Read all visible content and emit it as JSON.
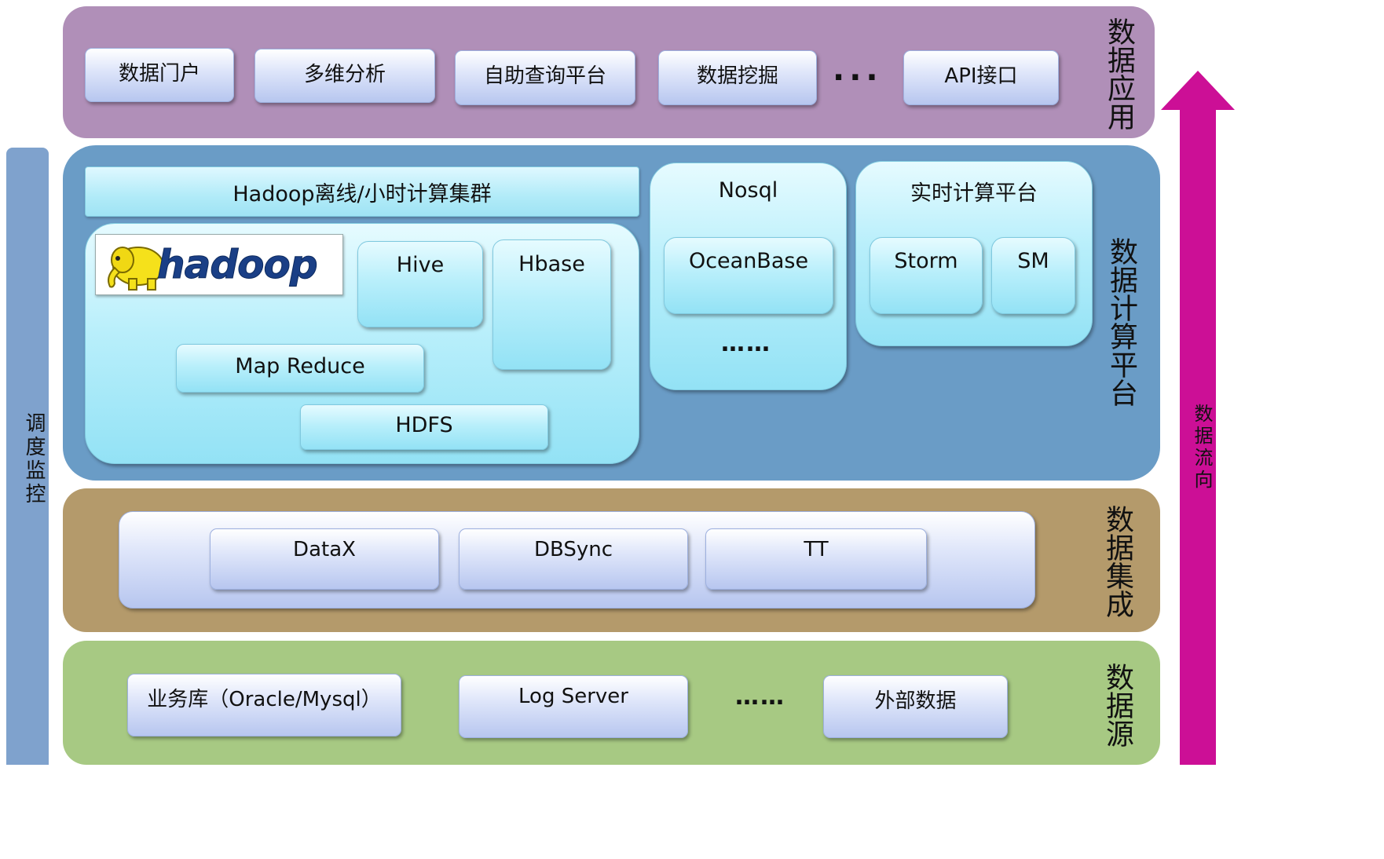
{
  "layers": {
    "app": "数据应用",
    "compute": "数据计算平台",
    "integration": "数据集成",
    "source": "数据源"
  },
  "side": {
    "scheduling": "调度监控",
    "flow": "数据流向"
  },
  "app": {
    "items": [
      "数据门户",
      "多维分析",
      "自助查询平台",
      "数据挖掘",
      "API接口"
    ],
    "ellipsis": "..."
  },
  "compute": {
    "hadoop_cluster": "Hadoop离线/小时计算集群",
    "hadoop_logo": "hadoop",
    "hive": "Hive",
    "hbase": "Hbase",
    "mapreduce": "Map Reduce",
    "hdfs": "HDFS",
    "nosql": {
      "title": "Nosql",
      "item": "OceanBase",
      "ellipsis": "……"
    },
    "realtime": {
      "title": "实时计算平台",
      "items": [
        "Storm",
        "SM"
      ]
    }
  },
  "integration": {
    "items": [
      "DataX",
      "DBSync",
      "TT"
    ]
  },
  "source": {
    "items": [
      "业务库（Oracle/Mysql）",
      "Log Server",
      "外部数据"
    ],
    "ellipsis": "……"
  },
  "colors": {
    "app_band": "#b08fb8",
    "compute_band": "#6a9cc6",
    "integration_band": "#b49a6b",
    "source_band": "#a7c983",
    "arrow": "#cc0f96",
    "scheduling_bar": "#7fa2cd"
  }
}
